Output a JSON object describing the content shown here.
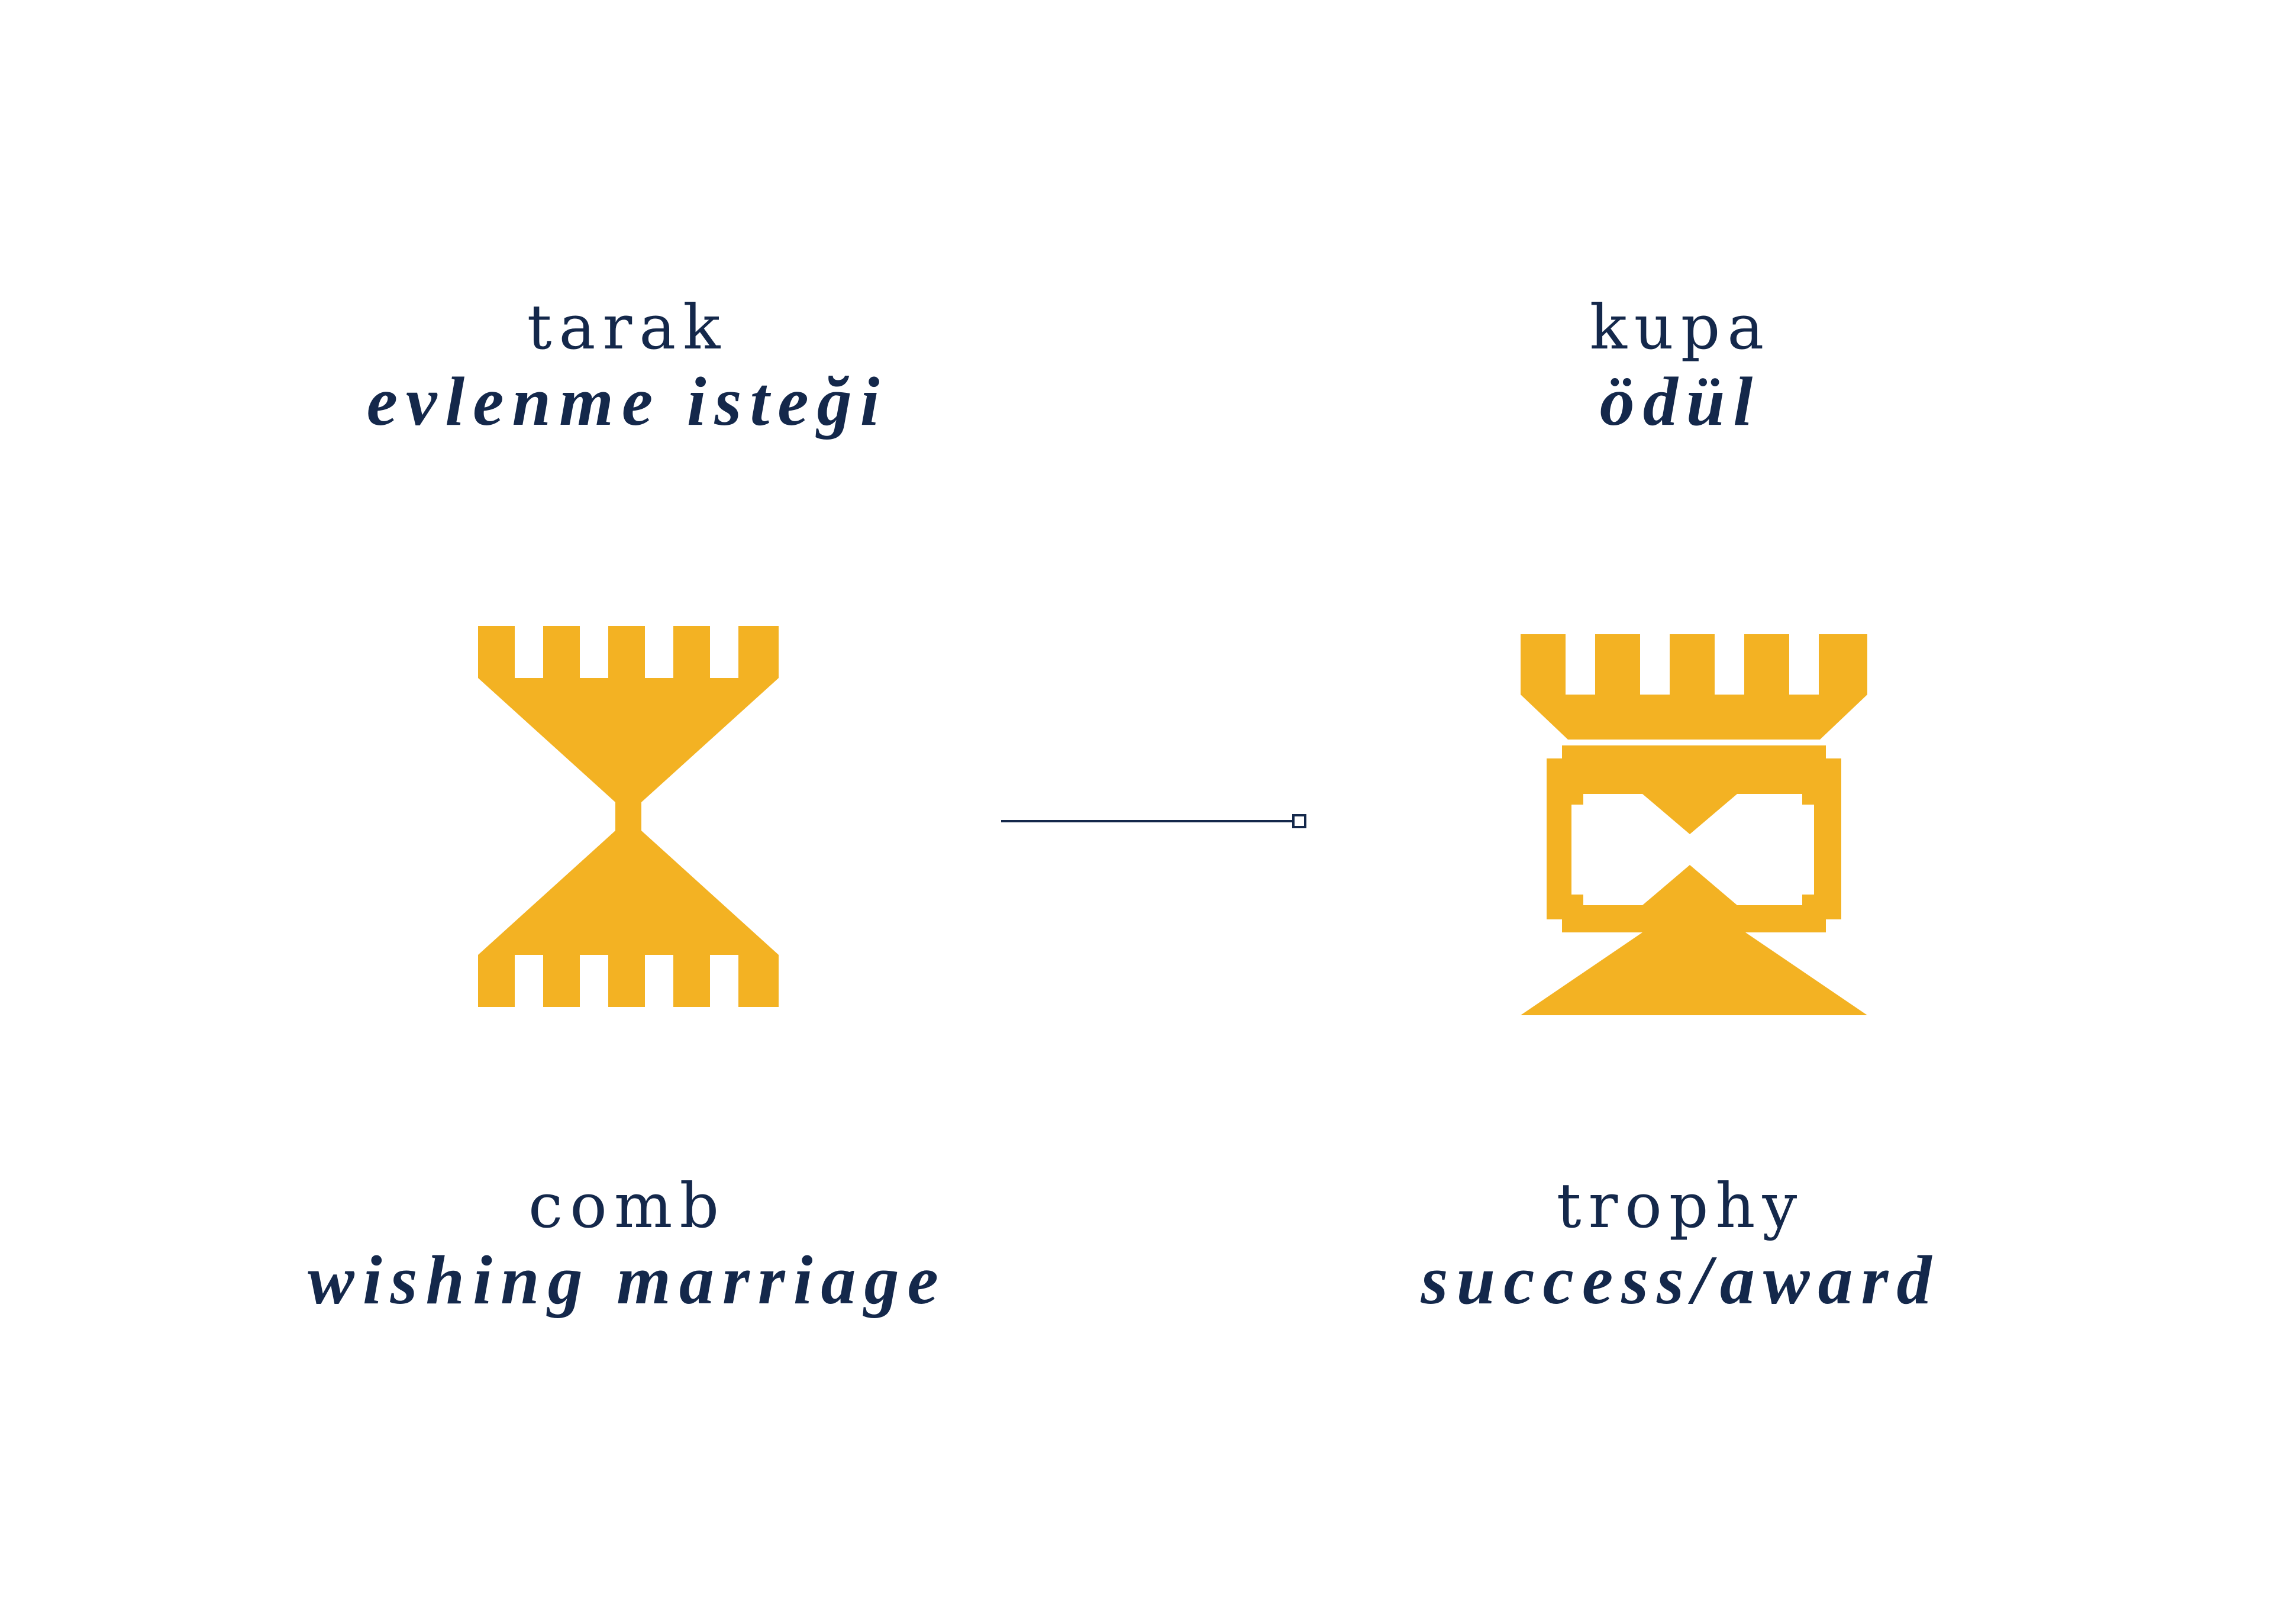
{
  "colors": {
    "motif": "#f3b223",
    "text": "#14284b",
    "background": "#ffffff"
  },
  "comb": {
    "turkish_name": "tarak",
    "turkish_meaning": "evlenme isteği",
    "english_name": "comb",
    "english_meaning": "wishing marriage",
    "icon": "comb-motif-icon"
  },
  "trophy": {
    "turkish_name": "kupa",
    "turkish_meaning": "ödül",
    "english_name": "trophy",
    "english_meaning": "success/award",
    "icon": "trophy-motif-icon"
  }
}
